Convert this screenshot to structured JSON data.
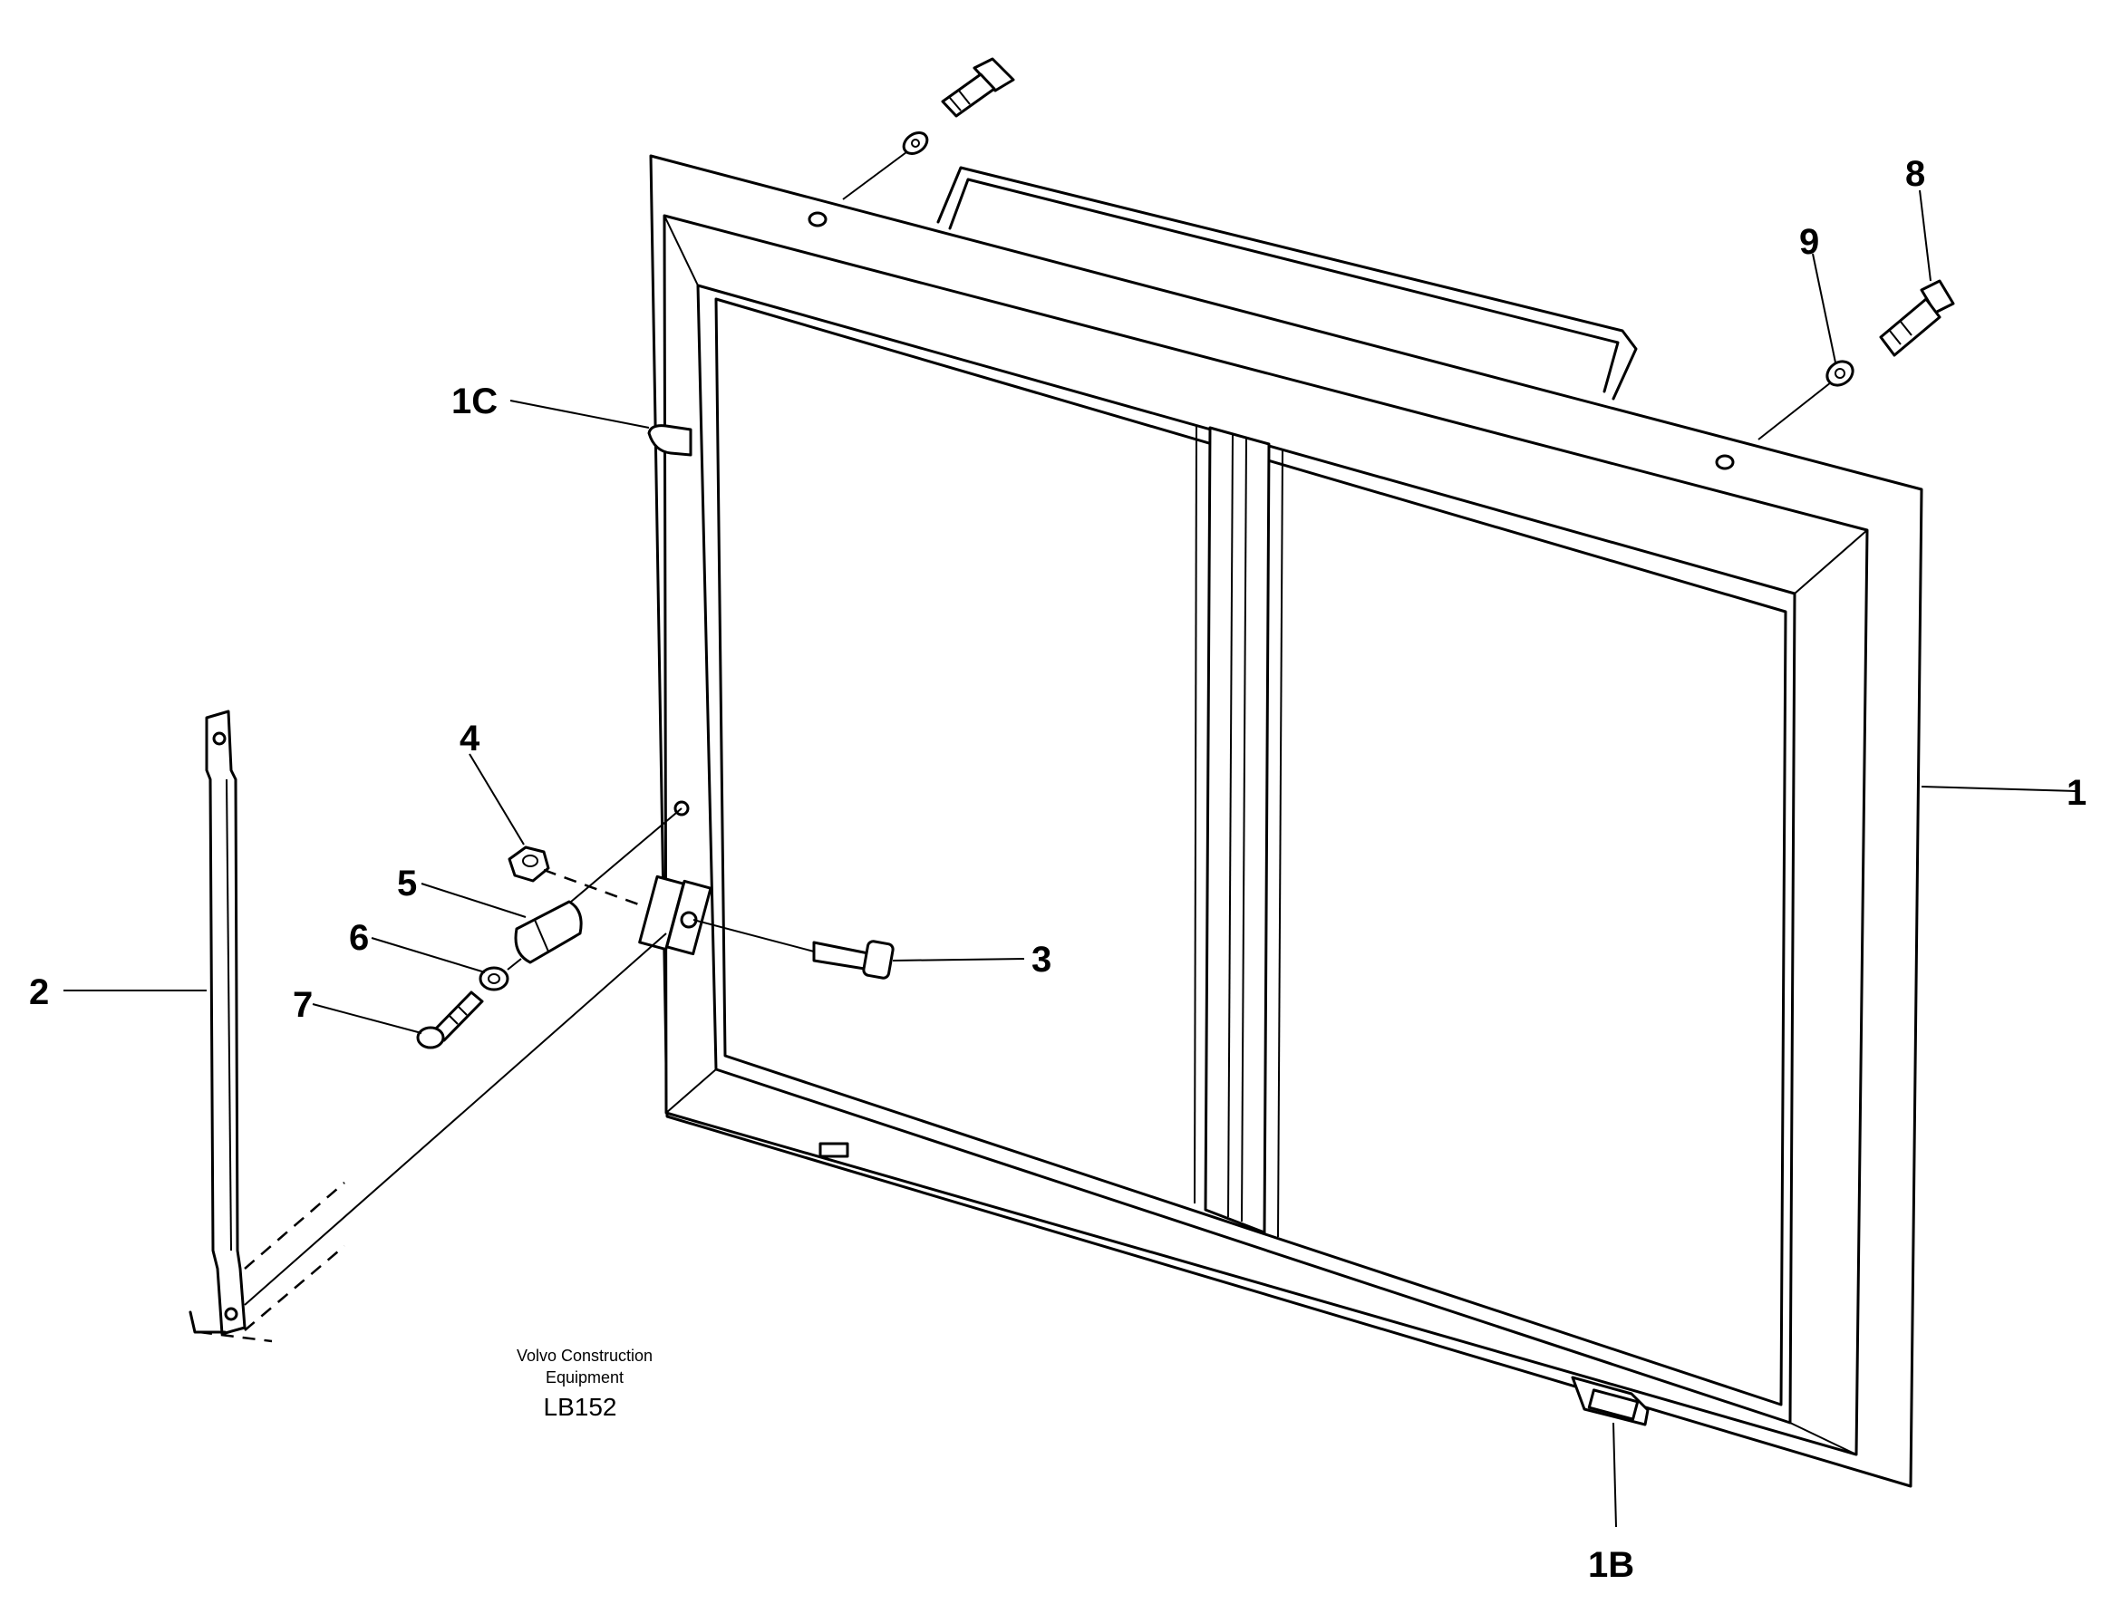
{
  "callouts": {
    "c1": "1",
    "c1b": "1B",
    "c1c": "1C",
    "c2": "2",
    "c3": "3",
    "c4": "4",
    "c5": "5",
    "c6": "6",
    "c7": "7",
    "c8": "8",
    "c9": "9"
  },
  "credit": {
    "line1": "Volvo Construction",
    "line2": "Equipment",
    "code": "LB152"
  }
}
